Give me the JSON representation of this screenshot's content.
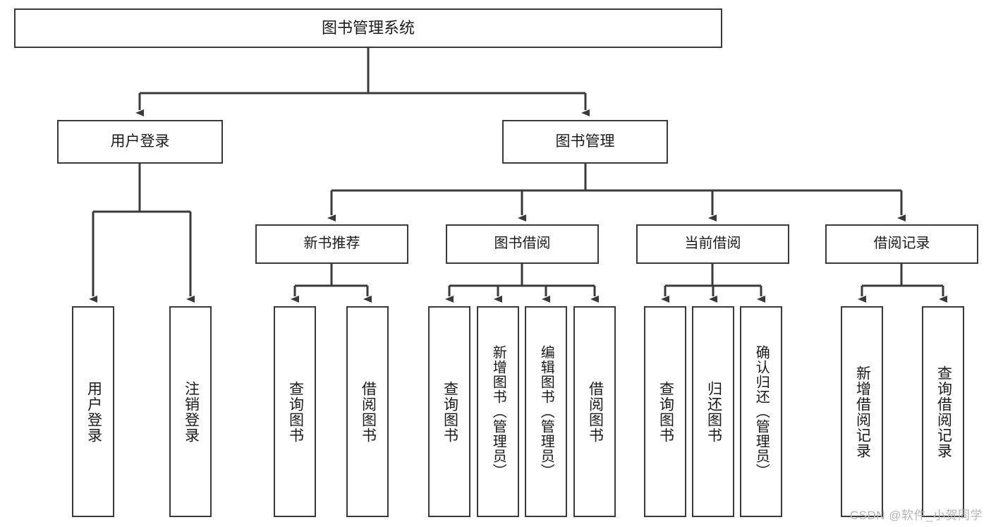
{
  "diagram": {
    "title": "图书管理系统",
    "watermark": "CSDN @软件_小贺同学",
    "line_color": "#3a3a3a",
    "box_border_color": "#3a3a3a",
    "background_color": "#ffffff",
    "text_color": "#1a1a1a",
    "root": {
      "label": "图书管理系统"
    },
    "level2": [
      {
        "label": "用户登录"
      },
      {
        "label": "图书管理"
      }
    ],
    "level3": [
      {
        "label": "新书推荐"
      },
      {
        "label": "图书借阅"
      },
      {
        "label": "当前借阅"
      },
      {
        "label": "借阅记录"
      }
    ],
    "leaves": {
      "user_login": [
        {
          "label": "用户登录"
        },
        {
          "label": "注销登录"
        }
      ],
      "new_book_recommend": [
        {
          "label": "查询图书"
        },
        {
          "label": "借阅图书"
        }
      ],
      "book_borrow": [
        {
          "label": "查询图书"
        },
        {
          "label": "新增图书（管理员）"
        },
        {
          "label": "编辑图书（管理员）"
        },
        {
          "label": "借阅图书"
        }
      ],
      "current_borrow": [
        {
          "label": "查询图书"
        },
        {
          "label": "归还图书"
        },
        {
          "label": "确认归还（管理员）"
        }
      ],
      "borrow_record": [
        {
          "label": "新增借阅记录"
        },
        {
          "label": "查询借阅记录"
        }
      ]
    }
  },
  "chart_data": {
    "type": "table",
    "title": "图书管理系统 功能结构图",
    "nodes": [
      {
        "id": "root",
        "label": "图书管理系统",
        "level": 1,
        "parent": null
      },
      {
        "id": "user-login",
        "label": "用户登录",
        "level": 2,
        "parent": "root"
      },
      {
        "id": "book-manage",
        "label": "图书管理",
        "level": 2,
        "parent": "root"
      },
      {
        "id": "new-book",
        "label": "新书推荐",
        "level": 3,
        "parent": "book-manage"
      },
      {
        "id": "book-borrow",
        "label": "图书借阅",
        "level": 3,
        "parent": "book-manage"
      },
      {
        "id": "current-borrow",
        "label": "当前借阅",
        "level": 3,
        "parent": "book-manage"
      },
      {
        "id": "borrow-record",
        "label": "借阅记录",
        "level": 3,
        "parent": "book-manage"
      },
      {
        "id": "leaf-user-login",
        "label": "用户登录",
        "level": 4,
        "parent": "user-login"
      },
      {
        "id": "leaf-logout",
        "label": "注销登录",
        "level": 4,
        "parent": "user-login"
      },
      {
        "id": "leaf-newbook-query",
        "label": "查询图书",
        "level": 4,
        "parent": "new-book"
      },
      {
        "id": "leaf-newbook-borrow",
        "label": "借阅图书",
        "level": 4,
        "parent": "new-book"
      },
      {
        "id": "leaf-borrow-query",
        "label": "查询图书",
        "level": 4,
        "parent": "book-borrow"
      },
      {
        "id": "leaf-borrow-add",
        "label": "新增图书（管理员）",
        "level": 4,
        "parent": "book-borrow"
      },
      {
        "id": "leaf-borrow-edit",
        "label": "编辑图书（管理员）",
        "level": 4,
        "parent": "book-borrow"
      },
      {
        "id": "leaf-borrow-do",
        "label": "借阅图书",
        "level": 4,
        "parent": "book-borrow"
      },
      {
        "id": "leaf-current-query",
        "label": "查询图书",
        "level": 4,
        "parent": "current-borrow"
      },
      {
        "id": "leaf-current-return",
        "label": "归还图书",
        "level": 4,
        "parent": "current-borrow"
      },
      {
        "id": "leaf-current-confirm",
        "label": "确认归还（管理员）",
        "level": 4,
        "parent": "current-borrow"
      },
      {
        "id": "leaf-record-add",
        "label": "新增借阅记录",
        "level": 4,
        "parent": "borrow-record"
      },
      {
        "id": "leaf-record-query",
        "label": "查询借阅记录",
        "level": 4,
        "parent": "borrow-record"
      }
    ]
  }
}
